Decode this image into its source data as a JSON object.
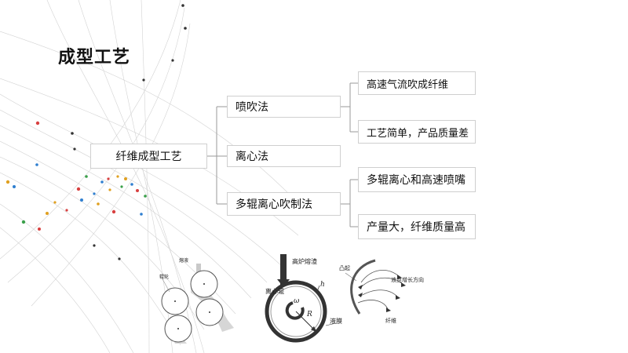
{
  "title": "成型工艺",
  "tree": {
    "root": "纤维成型工艺",
    "methods": [
      "喷吹法",
      "离心法",
      "多辊离心吹制法"
    ],
    "notes": {
      "blow": [
        "高速气流吹成纤维",
        "工艺简单，产品质量差"
      ],
      "multi": [
        "多辊离心和高速喷嘴",
        "产量大，纤维质量高"
      ]
    }
  },
  "figures": {
    "rollers": {
      "label_top": "熔液",
      "label_left": "辊轮"
    },
    "spinner": {
      "melt_in": "高炉熔渣",
      "rotor": "离心辊",
      "film": "液膜",
      "symbols": [
        "h",
        "ω",
        "R"
      ]
    },
    "fiber": {
      "bump": "凸起",
      "growth": "液丝增长方向",
      "fiber": "纤维"
    }
  },
  "colors": {
    "border": "#cfcfcf",
    "line": "#9a9a9a",
    "text": "#111111"
  }
}
